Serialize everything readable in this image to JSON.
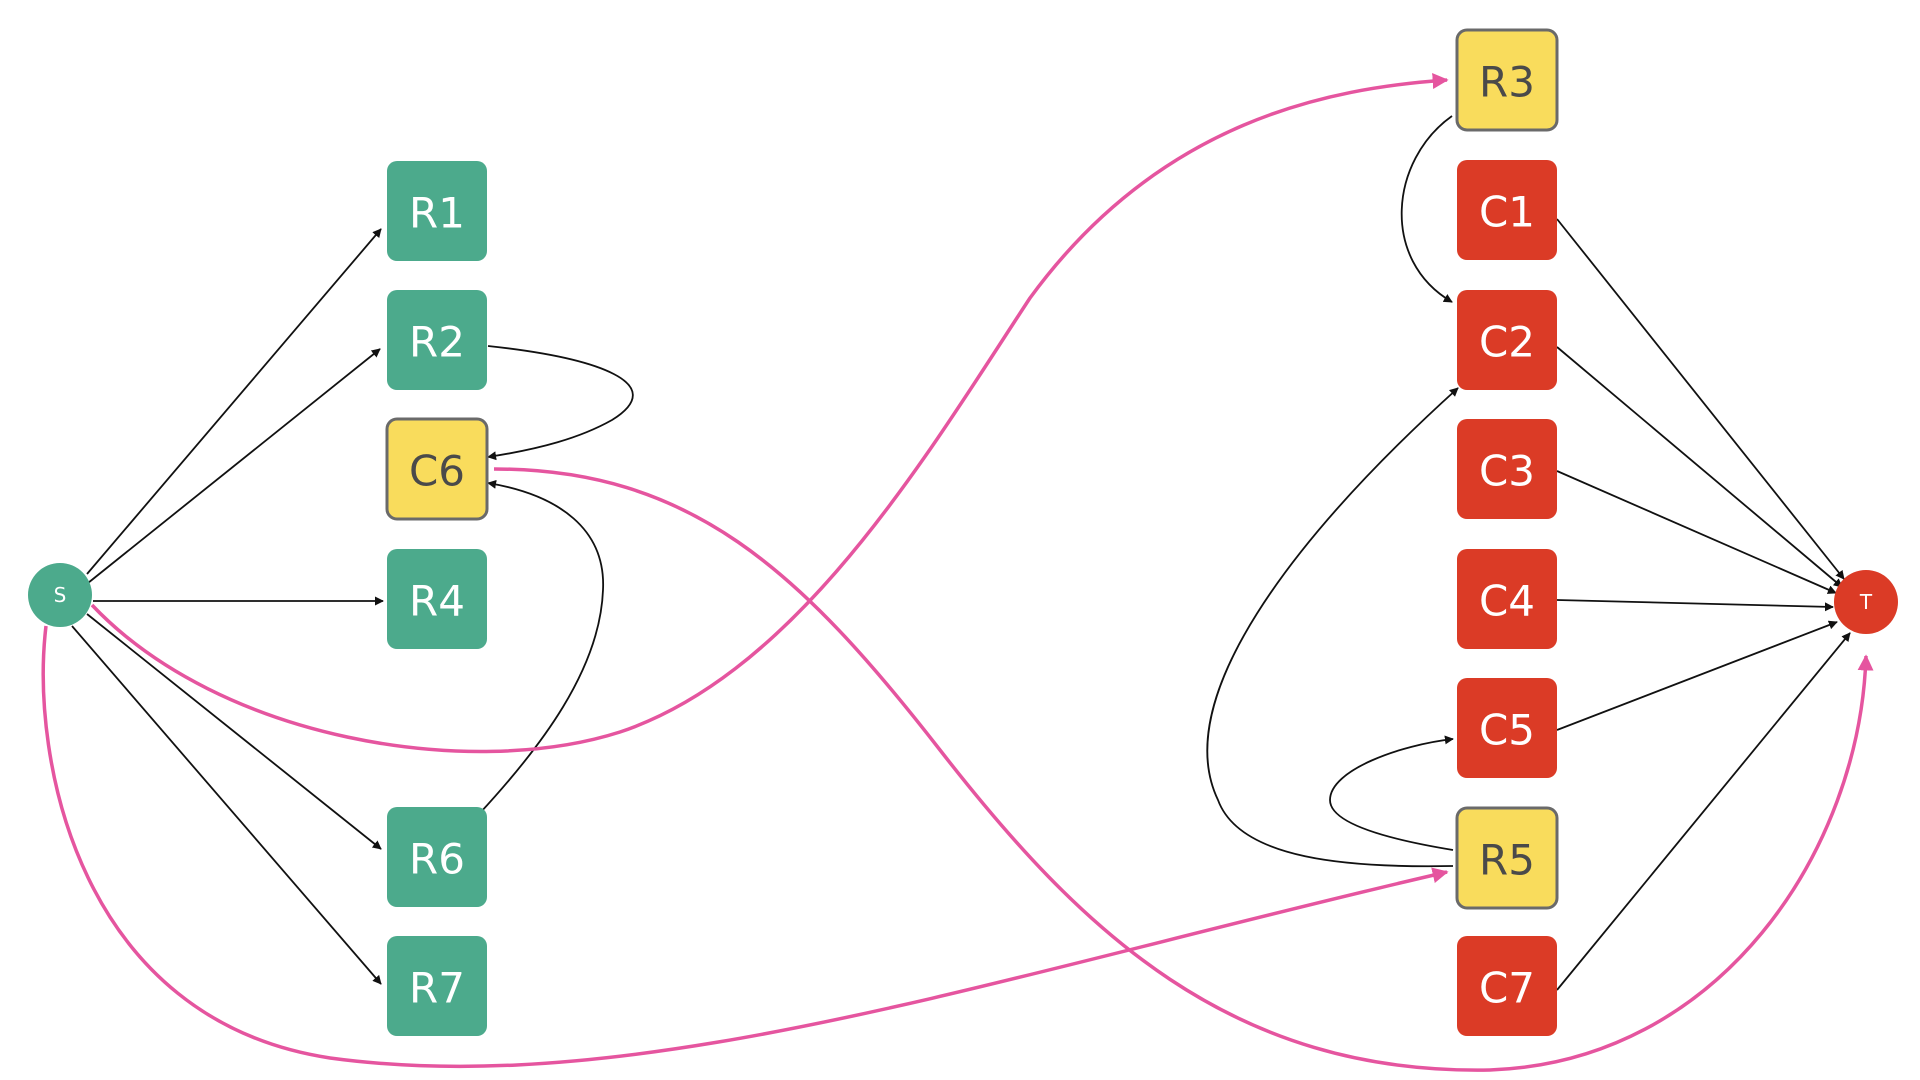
{
  "colors": {
    "green": "#4caa8c",
    "red": "#db3b26",
    "yellow": "#f9dc5c",
    "yellow_border": "#6a6a6a",
    "yellow_text": "#4a4a4a",
    "white_text": "#ffffff",
    "black_edge": "#111111",
    "pink_edge": "#e5559f"
  },
  "terminals": [
    {
      "id": "S",
      "label": "S",
      "color": "green"
    },
    {
      "id": "T",
      "label": "T",
      "color": "red"
    }
  ],
  "nodes": [
    {
      "id": "R1",
      "label": "R1",
      "style": "green"
    },
    {
      "id": "R2",
      "label": "R2",
      "style": "green"
    },
    {
      "id": "C6",
      "label": "C6",
      "style": "yellow"
    },
    {
      "id": "R4",
      "label": "R4",
      "style": "green"
    },
    {
      "id": "R6",
      "label": "R6",
      "style": "green"
    },
    {
      "id": "R7",
      "label": "R7",
      "style": "green"
    },
    {
      "id": "R3",
      "label": "R3",
      "style": "yellow"
    },
    {
      "id": "C1",
      "label": "C1",
      "style": "red"
    },
    {
      "id": "C2",
      "label": "C2",
      "style": "red"
    },
    {
      "id": "C3",
      "label": "C3",
      "style": "red"
    },
    {
      "id": "C4",
      "label": "C4",
      "style": "red"
    },
    {
      "id": "C5",
      "label": "C5",
      "style": "red"
    },
    {
      "id": "R5",
      "label": "R5",
      "style": "yellow"
    },
    {
      "id": "C7",
      "label": "C7",
      "style": "red"
    }
  ],
  "edges": [
    {
      "id": "s-r1",
      "from": "S",
      "to": "R1",
      "kind": "black"
    },
    {
      "id": "s-r2",
      "from": "S",
      "to": "R2",
      "kind": "black"
    },
    {
      "id": "s-r4",
      "from": "S",
      "to": "R4",
      "kind": "black"
    },
    {
      "id": "s-r6",
      "from": "S",
      "to": "R6",
      "kind": "black"
    },
    {
      "id": "s-r7",
      "from": "S",
      "to": "R7",
      "kind": "black"
    },
    {
      "id": "r2-c6",
      "from": "R2",
      "to": "C6",
      "kind": "black"
    },
    {
      "id": "r6-c6",
      "from": "R6",
      "to": "C6",
      "kind": "black"
    },
    {
      "id": "r3-c2",
      "from": "R3",
      "to": "C2",
      "kind": "black"
    },
    {
      "id": "r5-c2",
      "from": "R5",
      "to": "C2",
      "kind": "black"
    },
    {
      "id": "r5-c5",
      "from": "R5",
      "to": "C5",
      "kind": "black"
    },
    {
      "id": "c1-t",
      "from": "C1",
      "to": "T",
      "kind": "black"
    },
    {
      "id": "c2-t",
      "from": "C2",
      "to": "T",
      "kind": "black"
    },
    {
      "id": "c3-t",
      "from": "C3",
      "to": "T",
      "kind": "black"
    },
    {
      "id": "c4-t",
      "from": "C4",
      "to": "T",
      "kind": "black"
    },
    {
      "id": "c5-t",
      "from": "C5",
      "to": "T",
      "kind": "black"
    },
    {
      "id": "c7-t",
      "from": "C7",
      "to": "T",
      "kind": "black"
    },
    {
      "id": "s-r3",
      "from": "S",
      "to": "R3",
      "kind": "pink"
    },
    {
      "id": "s-r5",
      "from": "S",
      "to": "R5",
      "kind": "pink"
    },
    {
      "id": "c6-t",
      "from": "C6",
      "to": "T",
      "kind": "pink"
    }
  ]
}
